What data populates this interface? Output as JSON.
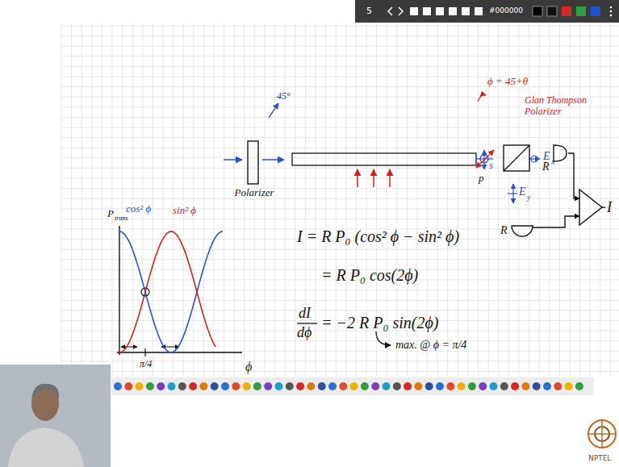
{
  "diagram": {
    "nodes": [
      {
        "text": [
          "Polarizer"
        ]
      },
      {
        "text": [
          "Glan Thompson Polarizer"
        ]
      },
      {
        "text": [
          "R"
        ]
      },
      {
        "text": [
          "R"
        ]
      },
      {
        "text": [
          "I"
        ]
      }
    ],
    "edges": [
      {
        "from": 2,
        "to": 4,
        "arrow": "to"
      },
      {
        "from": 3,
        "to": 4,
        "arrow": "to"
      }
    ],
    "labels": [
      "5",
      "#000000",
      "45°",
      "ϕ = 45+θ",
      "s",
      "p",
      "E",
      "x",
      "E",
      "y",
      "I = R P₀ (cos² ϕ − sin² ϕ)",
      "= R P₀ cos(2ϕ)",
      "dI",
      "dϕ",
      "= −2 R P₀ sin(2ϕ)",
      "max. @ ϕ = π/4",
      "P",
      "trans",
      "cos² ϕ",
      "sin² ϕ",
      "π/4",
      "ϕ",
      "NPTEL"
    ]
  }
}
